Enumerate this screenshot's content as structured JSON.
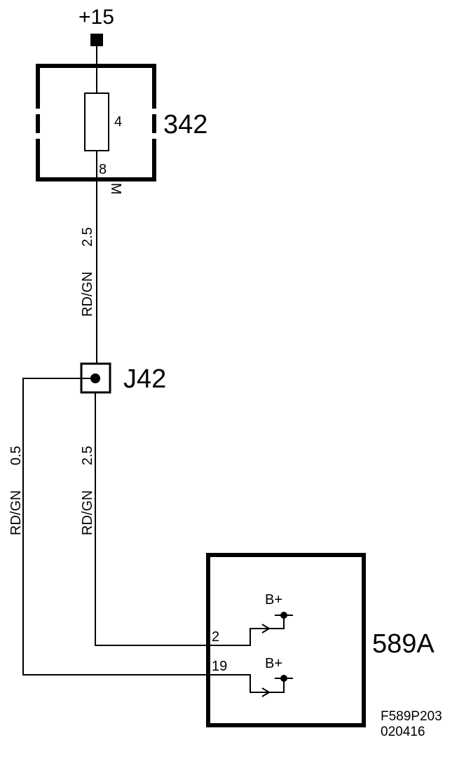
{
  "supply": {
    "label": "+15"
  },
  "component_342": {
    "label": "342",
    "fuse_pin": "4",
    "out_pin": "8",
    "ground_marker": "M"
  },
  "wire_top": {
    "color": "RD/GN",
    "size": "2.5"
  },
  "junction": {
    "label": "J42"
  },
  "wire_left": {
    "color": "RD/GN",
    "size": "0.5"
  },
  "wire_mid": {
    "color": "RD/GN",
    "size": "2.5"
  },
  "component_589A": {
    "label": "589A",
    "pin_a": "2",
    "pin_b": "19",
    "supply_a": "B+",
    "supply_b": "B+"
  },
  "footer": {
    "code": "F589P203",
    "date": "020416"
  }
}
